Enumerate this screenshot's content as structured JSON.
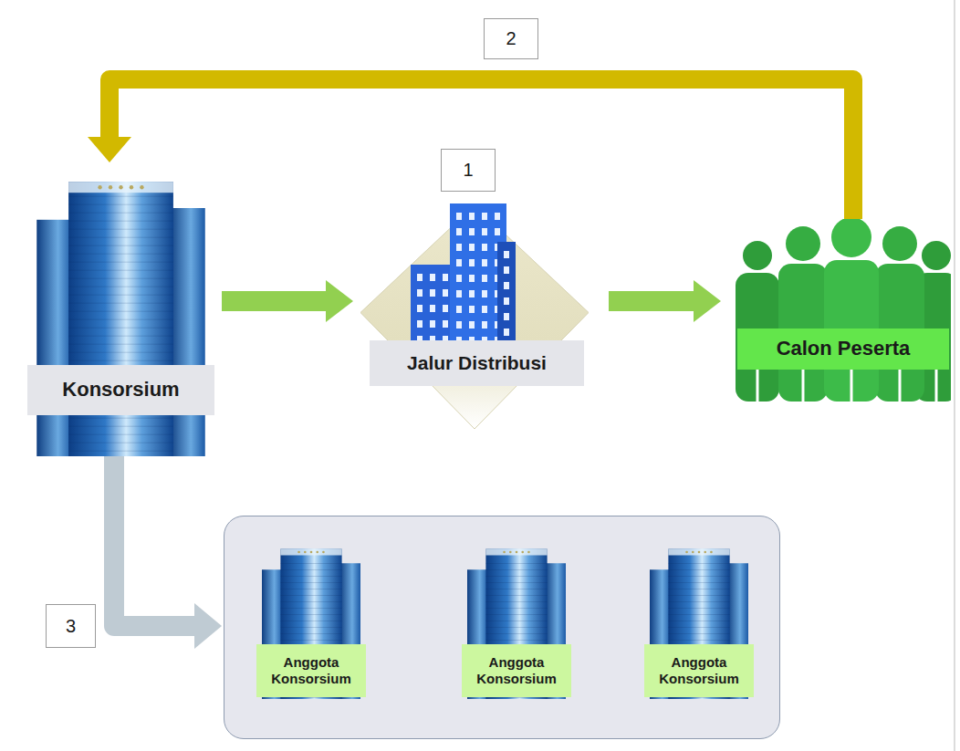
{
  "diagram": {
    "nodes": [
      {
        "text": [
          "Konsorsium"
        ]
      },
      {
        "text": [
          "Jalur Distribusi"
        ]
      },
      {
        "text": [
          "Calon Peserta"
        ]
      },
      {
        "text": []
      },
      {
        "text": [
          "Anggota Konsorsium"
        ],
        "in": 3
      },
      {
        "text": [
          "Anggota Konsorsium"
        ],
        "in": 3
      },
      {
        "text": [
          "Anggota Konsorsium"
        ],
        "in": 3
      }
    ],
    "edges": [
      {
        "from": 0,
        "to": 1,
        "arrow": "to"
      },
      {
        "from": 1,
        "to": 2,
        "arrow": "to"
      },
      {
        "from": 2,
        "to": 0,
        "arrow": "to"
      },
      {
        "from": 0,
        "to": 3,
        "arrow": "to"
      }
    ],
    "labels": [
      "2",
      "1",
      "3"
    ]
  }
}
